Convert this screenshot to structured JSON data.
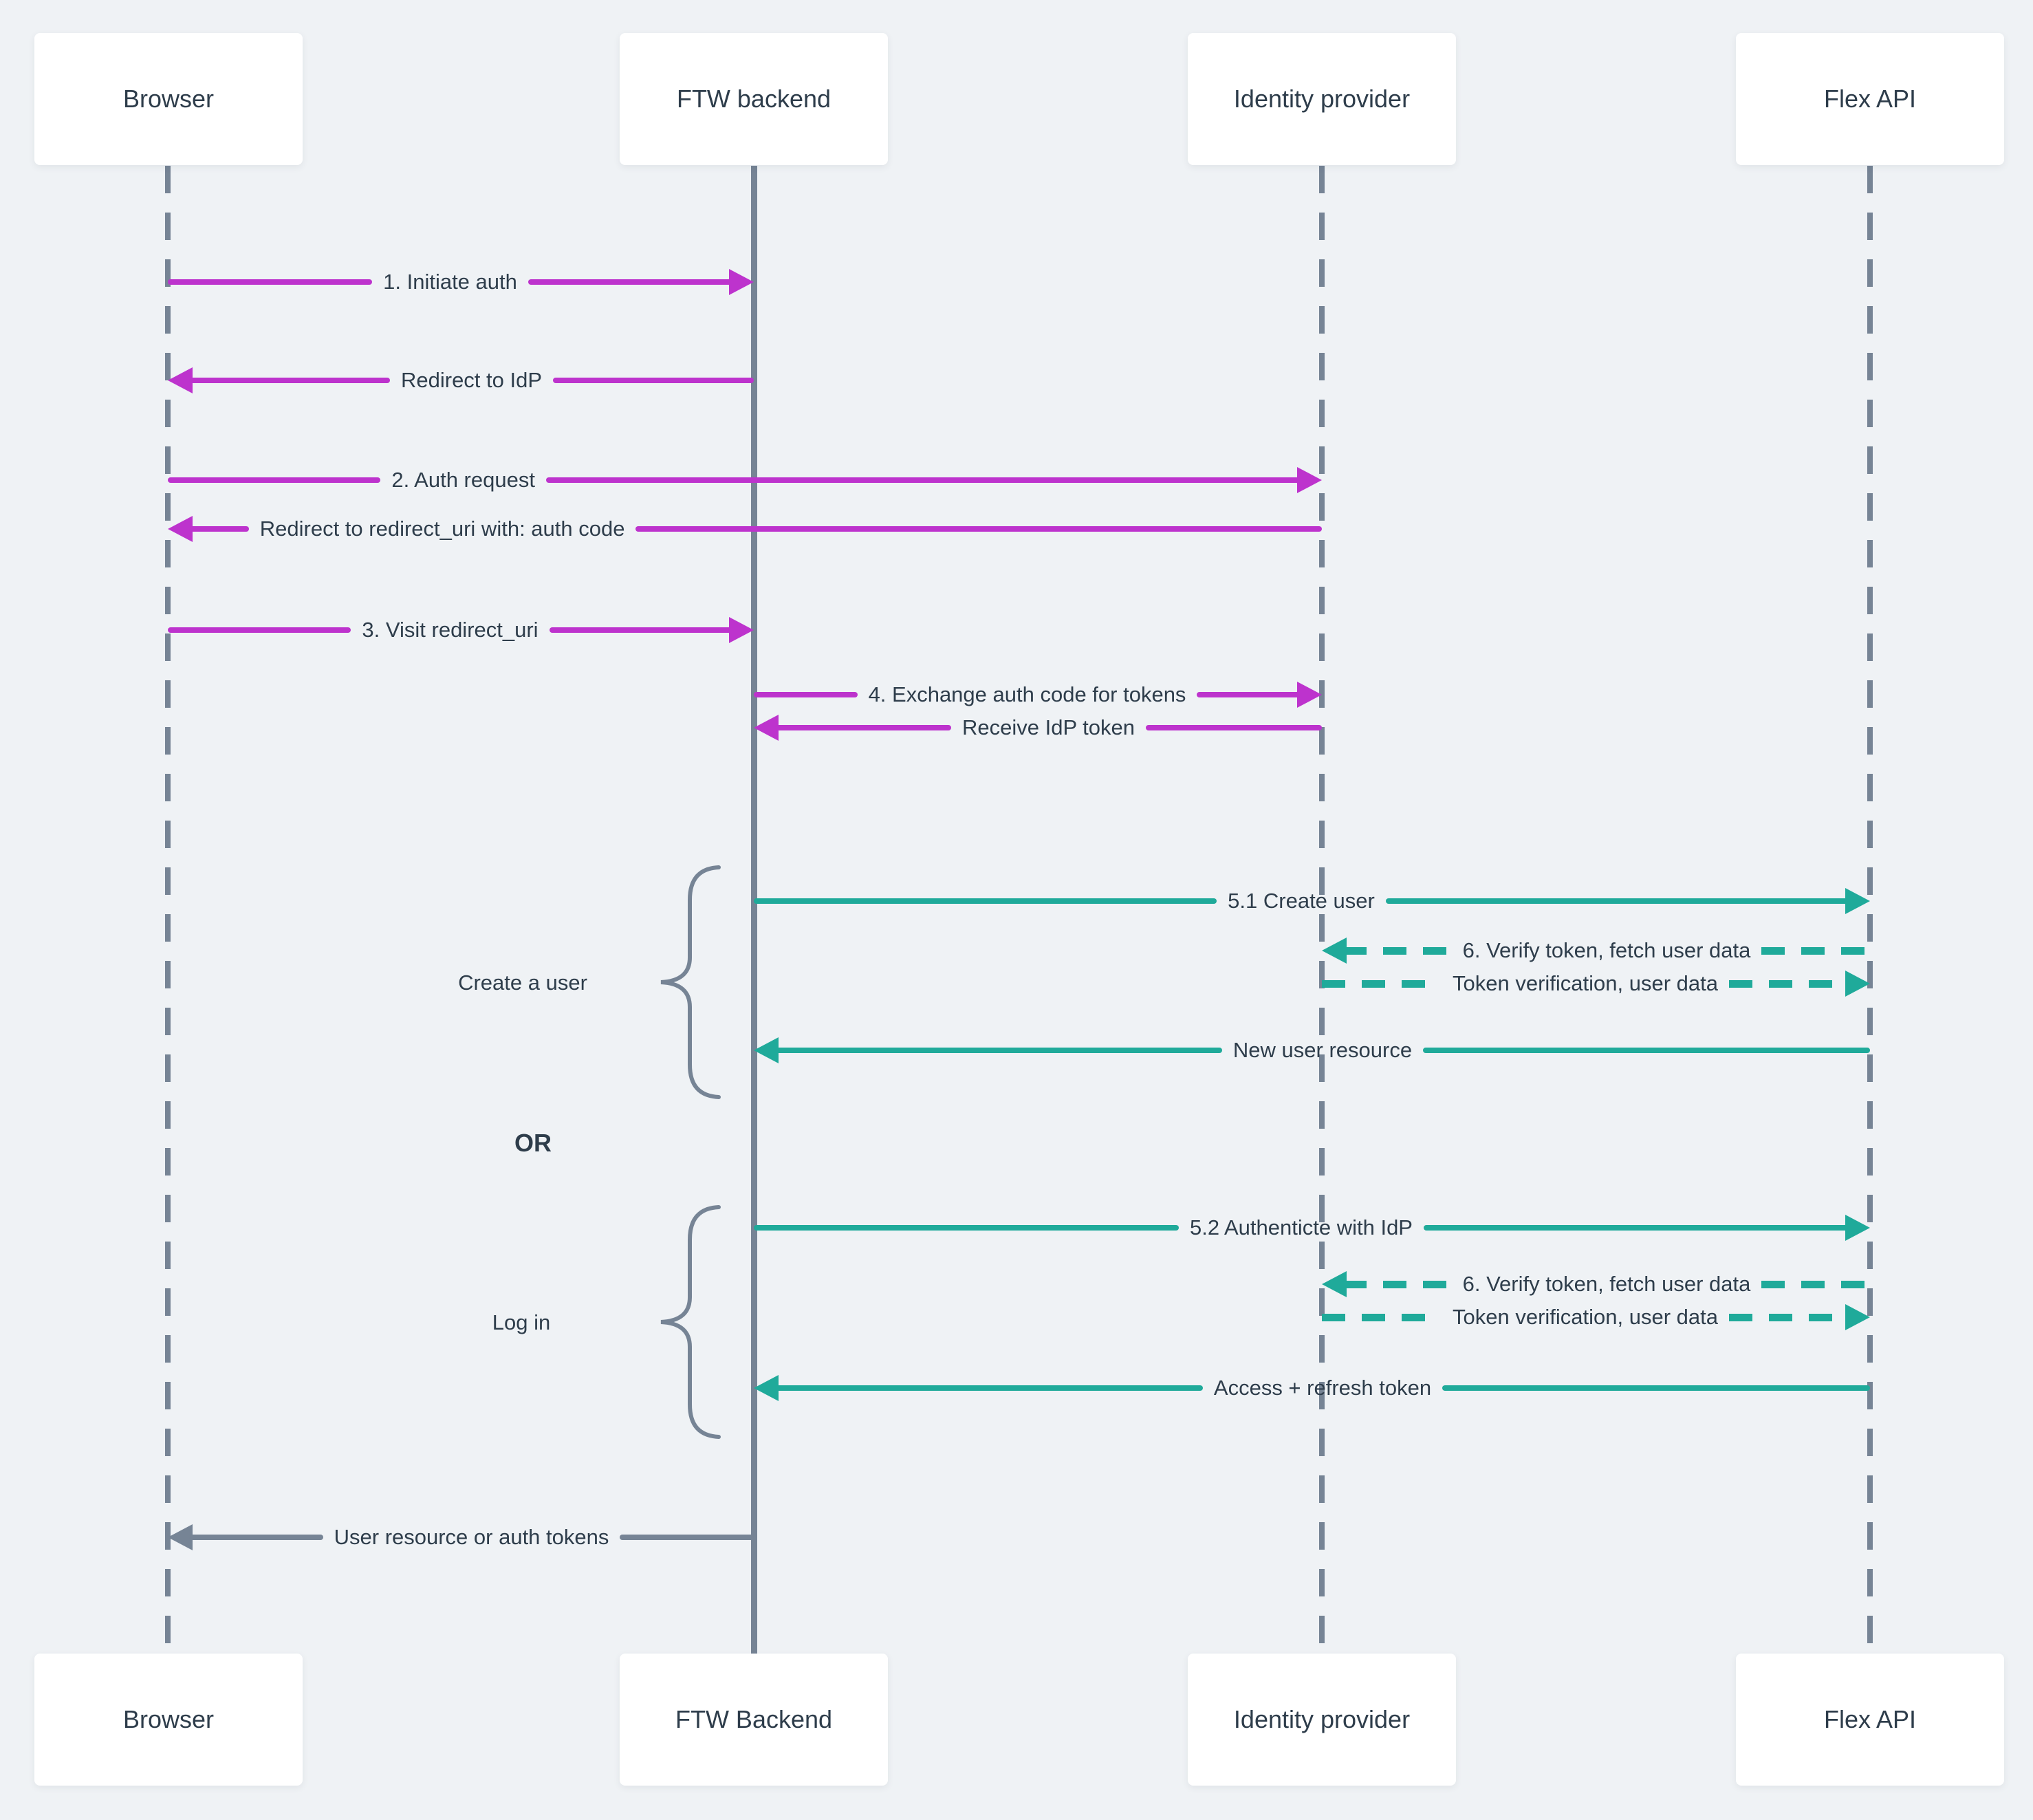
{
  "colors": {
    "background": "#eff2f5",
    "box_background": "#ffffff",
    "text": "#2e3d4b",
    "magenta_arrow": "#bd33cd",
    "teal_arrow": "#1faa9a",
    "gray_line": "#768495"
  },
  "participants": {
    "top": [
      "Browser",
      "FTW backend",
      "Identity provider",
      "Flex API"
    ],
    "bottom": [
      "Browser",
      "FTW Backend",
      "Identity provider",
      "Flex API"
    ]
  },
  "messages": [
    {
      "label": "1. Initiate auth",
      "from": "Browser",
      "to": "FTW backend",
      "line": "solid",
      "color": "magenta"
    },
    {
      "label": "Redirect to IdP",
      "from": "FTW backend",
      "to": "Browser",
      "line": "solid",
      "color": "magenta"
    },
    {
      "label": "2. Auth request",
      "from": "Browser",
      "to": "Identity provider",
      "line": "solid",
      "color": "magenta"
    },
    {
      "label": "Redirect to redirect_uri with: auth code",
      "from": "Identity provider",
      "to": "Browser",
      "line": "solid",
      "color": "magenta"
    },
    {
      "label": "3. Visit redirect_uri",
      "from": "Browser",
      "to": "FTW backend",
      "line": "solid",
      "color": "magenta"
    },
    {
      "label": "4. Exchange auth code for tokens",
      "from": "FTW backend",
      "to": "Identity provider",
      "line": "solid",
      "color": "magenta"
    },
    {
      "label": "Receive IdP token",
      "from": "Identity provider",
      "to": "FTW backend",
      "line": "solid",
      "color": "magenta"
    },
    {
      "label": "5.1 Create user",
      "from": "FTW backend",
      "to": "Flex API",
      "line": "solid",
      "color": "teal"
    },
    {
      "label": "6. Verify token, fetch user data",
      "from": "Flex API",
      "to": "Identity provider",
      "line": "dashed",
      "color": "teal"
    },
    {
      "label": "Token verification, user data",
      "from": "Identity provider",
      "to": "Flex API",
      "line": "dashed",
      "color": "teal"
    },
    {
      "label": "New user resource",
      "from": "Flex API",
      "to": "FTW backend",
      "line": "solid",
      "color": "teal"
    },
    {
      "label": "5.2 Authenticte with IdP",
      "from": "FTW backend",
      "to": "Flex API",
      "line": "solid",
      "color": "teal"
    },
    {
      "label": "6. Verify token, fetch user data",
      "from": "Flex API",
      "to": "Identity provider",
      "line": "dashed",
      "color": "teal"
    },
    {
      "label": "Token verification, user data",
      "from": "Identity provider",
      "to": "Flex API",
      "line": "dashed",
      "color": "teal"
    },
    {
      "label": "Access + refresh token",
      "from": "Flex API",
      "to": "FTW backend",
      "line": "solid",
      "color": "teal"
    },
    {
      "label": "User resource or auth tokens",
      "from": "FTW backend",
      "to": "Browser",
      "line": "solid",
      "color": "gray"
    }
  ],
  "annotations": {
    "create_user": "Create a user",
    "or": "OR",
    "log_in": "Log in"
  }
}
